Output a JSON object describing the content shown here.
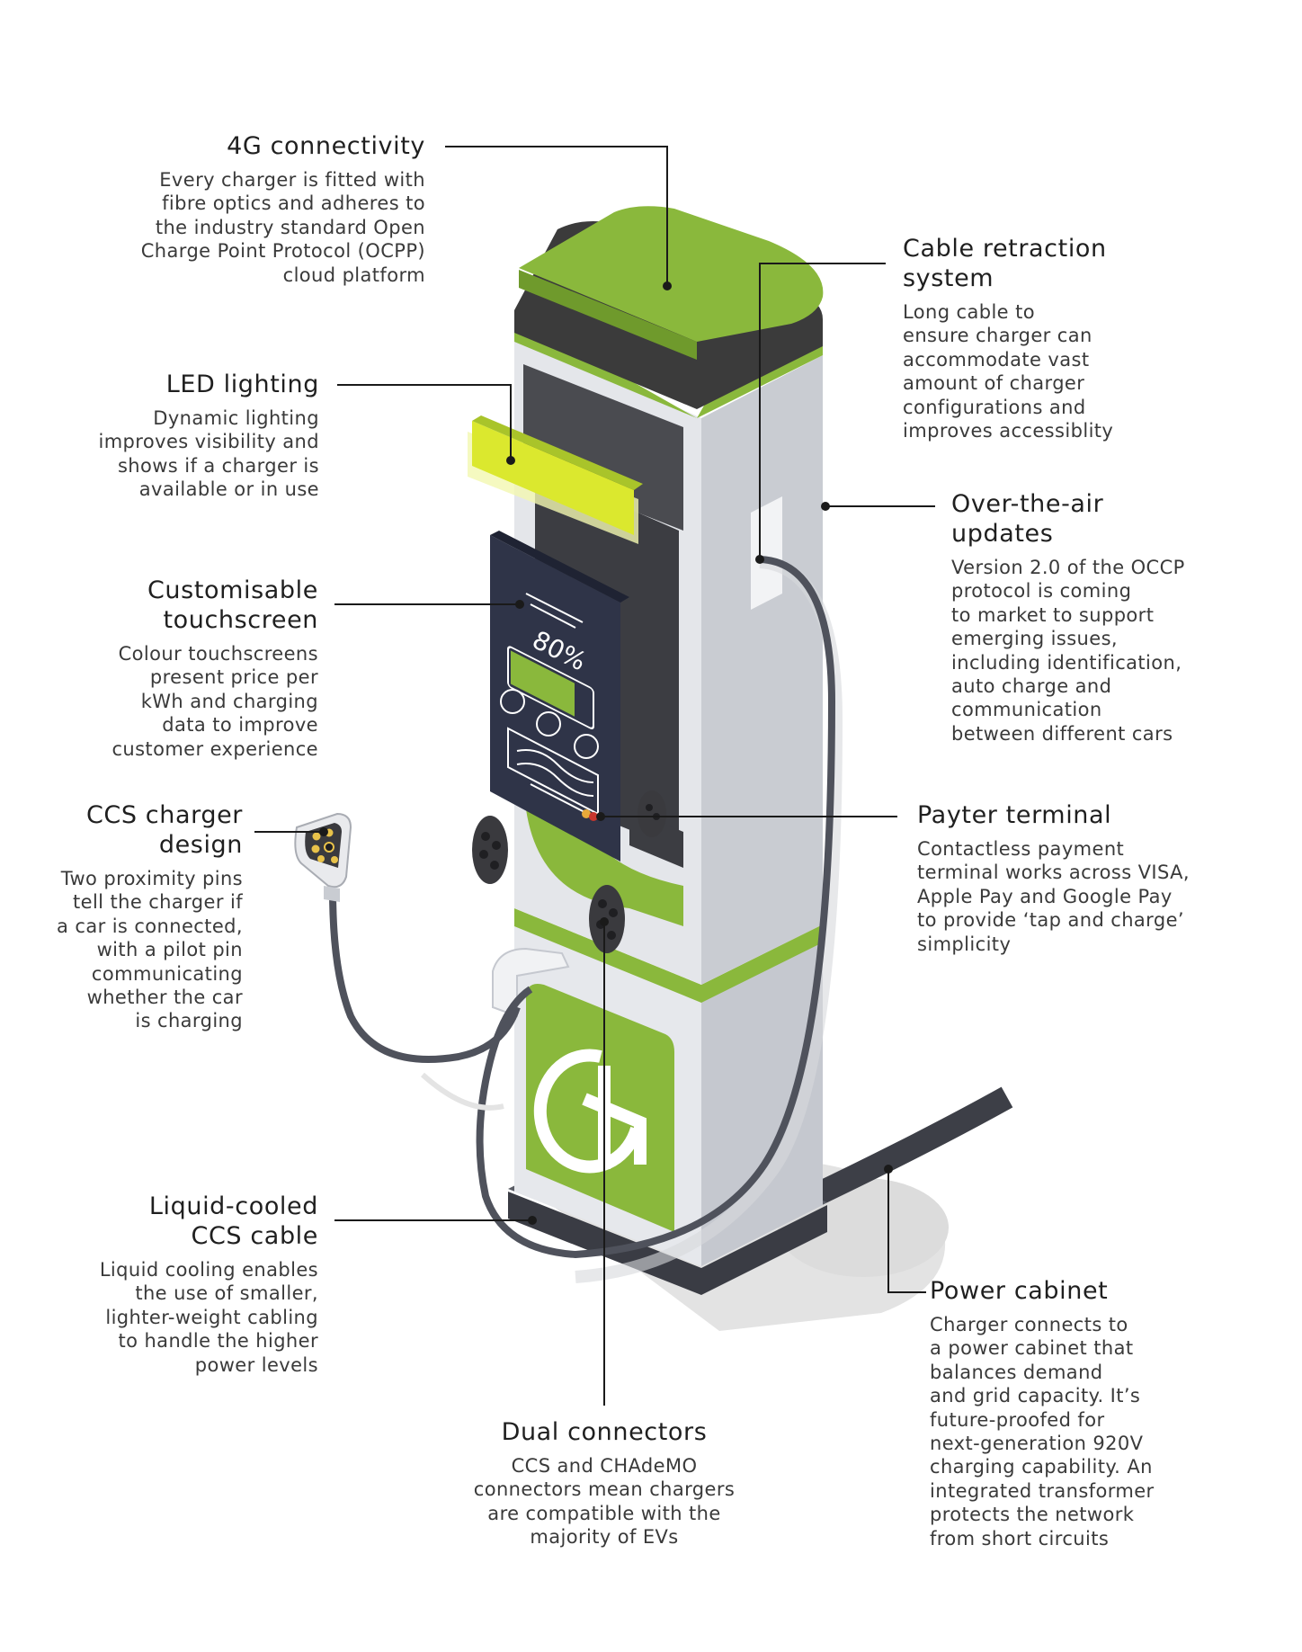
{
  "colors": {
    "brand_green": "#8ab83c",
    "bright_green": "#c3dc4a",
    "dark_band": "#3b3b3b",
    "body_light": "#e4e6ea",
    "body_shade": "#c9ccd2",
    "screen_navy": "#2f3448",
    "cable_grey": "#50525c",
    "led_yellow": "#dbe82e",
    "shadow": "#e0e0e0"
  },
  "icons": [
    "ccs-plug-icon",
    "chademo-socket-icon",
    "payment-card-icon",
    "battery-icon",
    "brand-logo-icon"
  ],
  "screen": {
    "percent": "80%",
    "charge_level": 0.8
  },
  "callouts": {
    "connectivity": {
      "title": "4G connectivity",
      "lines": [
        "Every charger is fitted with",
        "fibre optics and adheres to",
        "the industry standard Open",
        "Charge Point Protocol (OCPP)",
        "cloud platform"
      ]
    },
    "led": {
      "title": "LED lighting",
      "lines": [
        "Dynamic lighting",
        "improves visibility and",
        "shows if a charger is",
        "available or in use"
      ]
    },
    "touchscreen": {
      "title_lines": [
        "Customisable",
        "touchscreen"
      ],
      "lines": [
        "Colour touchscreens",
        "present price per",
        "kWh and charging",
        "data to improve",
        "customer experience"
      ]
    },
    "ccs_design": {
      "title_lines": [
        "CCS charger",
        "design"
      ],
      "lines": [
        "Two proximity pins",
        "tell the charger if",
        "a car is connected,",
        "with a pilot pin",
        "communicating",
        "whether the car",
        "is charging"
      ]
    },
    "liquid": {
      "title_lines": [
        "Liquid-cooled",
        "CCS cable"
      ],
      "lines": [
        "Liquid cooling enables",
        "the use of smaller,",
        "lighter-weight cabling",
        "to handle the higher",
        "power levels"
      ]
    },
    "dual": {
      "title": "Dual connectors",
      "lines": [
        "CCS and CHAdeMO",
        "connectors mean chargers",
        "are compatible with the",
        "majority of EVs"
      ]
    },
    "retraction": {
      "title_lines": [
        "Cable retraction",
        "system"
      ],
      "lines": [
        "Long cable to",
        "ensure charger can",
        "accommodate vast",
        "amount of charger",
        "configurations and",
        "improves accessiblity"
      ]
    },
    "ota": {
      "title_lines": [
        "Over-the-air",
        "updates"
      ],
      "lines": [
        "Version 2.0 of the OCCP",
        "protocol is coming",
        "to market to support",
        "emerging issues,",
        "including identification,",
        "auto charge and",
        "communication",
        "between different cars"
      ]
    },
    "payter": {
      "title": "Payter terminal",
      "lines": [
        "Contactless payment",
        "terminal works across VISA,",
        "Apple Pay and Google Pay",
        "to provide ‘tap and charge’",
        "simplicity"
      ]
    },
    "power": {
      "title": "Power cabinet",
      "lines": [
        "Charger connects to",
        "a power cabinet that",
        "balances demand",
        "and grid capacity. It’s",
        "future-proofed for",
        "next-generation 920V",
        "charging capability. An",
        "integrated transformer",
        "protects the network",
        "from short circuits"
      ]
    }
  }
}
